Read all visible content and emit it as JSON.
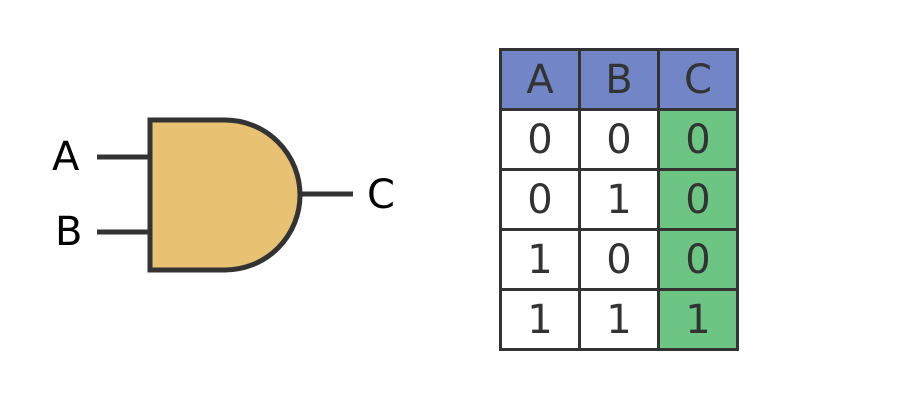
{
  "gate": {
    "type": "AND",
    "input_a_label": "A",
    "input_b_label": "B",
    "output_label": "C",
    "fill_color": "#e8c172",
    "stroke_color": "#333333"
  },
  "truth_table": {
    "header_color": "#7185c7",
    "output_color": "#6cc583",
    "headers": [
      "A",
      "B",
      "C"
    ],
    "rows": [
      [
        "0",
        "0",
        "0"
      ],
      [
        "0",
        "1",
        "0"
      ],
      [
        "1",
        "0",
        "0"
      ],
      [
        "1",
        "1",
        "1"
      ]
    ]
  }
}
